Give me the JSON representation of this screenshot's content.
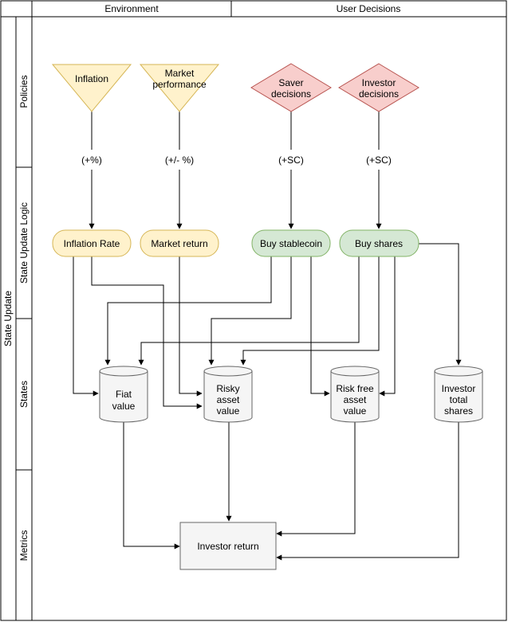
{
  "columns": {
    "environment": "Environment",
    "user_decisions": "User Decisions"
  },
  "rows": {
    "outer": "State Update",
    "policies": "Policies",
    "state_update_logic": "State Update Logic",
    "states": "States",
    "metrics": "Metrics"
  },
  "policies": {
    "inflation": "Inflation",
    "market_line1": "Market",
    "market_line2": "performance",
    "saver_line1": "Saver",
    "saver_line2": "decisions",
    "investor_line1": "Investor",
    "investor_line2": "decisions"
  },
  "edge_labels": {
    "inflation": "(+%)",
    "market": "(+/- %)",
    "saver": "(+SC)",
    "investor": "(+SC)"
  },
  "logic": {
    "inflation_rate": "Inflation Rate",
    "market_return": "Market return",
    "buy_stablecoin": "Buy stablecoin",
    "buy_shares": "Buy shares"
  },
  "states": {
    "fiat_line1": "Fiat",
    "fiat_line2": "value",
    "risky_line1": "Risky",
    "risky_line2": "asset",
    "risky_line3": "value",
    "riskfree_line1": "Risk free",
    "riskfree_line2": "asset",
    "riskfree_line3": "value",
    "shares_line1": "Investor",
    "shares_line2": "total",
    "shares_line3": "shares"
  },
  "metrics": {
    "investor_return": "Investor return"
  },
  "colors": {
    "environment_fill": "#fff2cc",
    "environment_stroke": "#d6b656",
    "decision_fill": "#f8cecc",
    "decision_stroke": "#b85450",
    "logic_green_fill": "#d5e8d4",
    "logic_green_stroke": "#82b366",
    "state_fill": "#f5f5f5",
    "state_stroke": "#666666"
  }
}
